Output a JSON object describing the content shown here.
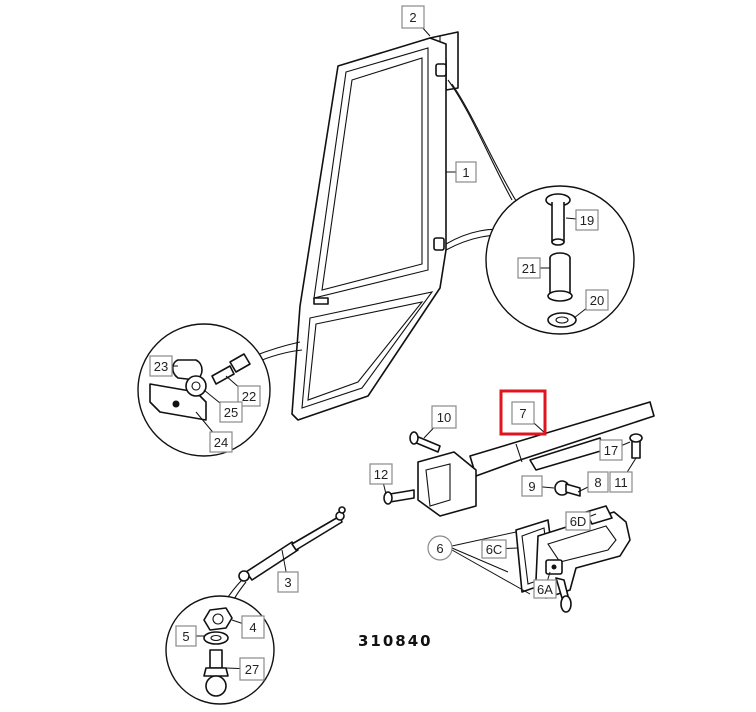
{
  "diagram": {
    "reference_number": "310840",
    "highlight_color": "#e0141e",
    "highlighted_label_fill": "#f6e3b4",
    "labels": [
      {
        "id": "lbl-1",
        "text": "1"
      },
      {
        "id": "lbl-2",
        "text": "2"
      },
      {
        "id": "lbl-3",
        "text": "3"
      },
      {
        "id": "lbl-4",
        "text": "4"
      },
      {
        "id": "lbl-5",
        "text": "5"
      },
      {
        "id": "lbl-6",
        "text": "6"
      },
      {
        "id": "lbl-6A",
        "text": "6A"
      },
      {
        "id": "lbl-6C",
        "text": "6C"
      },
      {
        "id": "lbl-6D",
        "text": "6D"
      },
      {
        "id": "lbl-7",
        "text": "7"
      },
      {
        "id": "lbl-8",
        "text": "8"
      },
      {
        "id": "lbl-9",
        "text": "9"
      },
      {
        "id": "lbl-10",
        "text": "10"
      },
      {
        "id": "lbl-11",
        "text": "11"
      },
      {
        "id": "lbl-12",
        "text": "12"
      },
      {
        "id": "lbl-17",
        "text": "17"
      },
      {
        "id": "lbl-19",
        "text": "19"
      },
      {
        "id": "lbl-20",
        "text": "20"
      },
      {
        "id": "lbl-21",
        "text": "21"
      },
      {
        "id": "lbl-22",
        "text": "22"
      },
      {
        "id": "lbl-23",
        "text": "23"
      },
      {
        "id": "lbl-24",
        "text": "24"
      },
      {
        "id": "lbl-25",
        "text": "25"
      },
      {
        "id": "lbl-27",
        "text": "27"
      }
    ]
  }
}
